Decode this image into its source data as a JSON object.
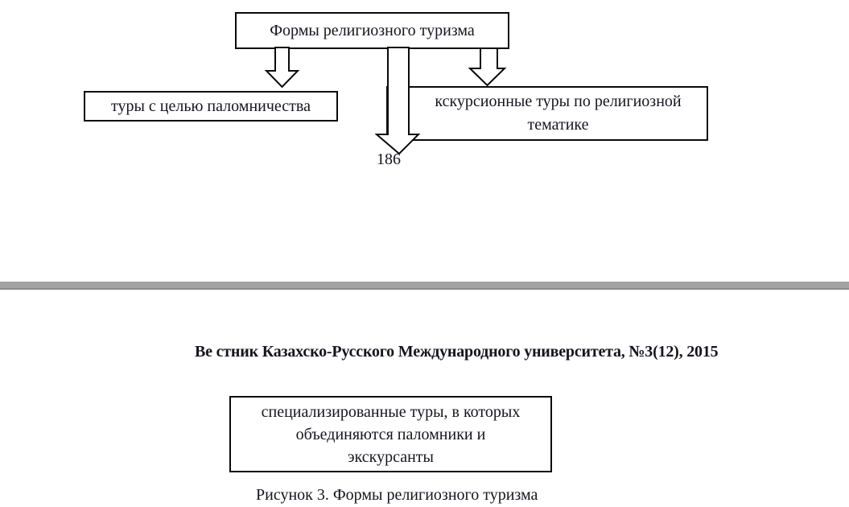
{
  "colors": {
    "background": "#ffffff",
    "text": "#15151f",
    "border": "#0a0a0a",
    "divider": "#a3a3a3",
    "divider_edge": "#8b8b8b"
  },
  "page1": {
    "diagram": {
      "title": "Формы религиозного туризма",
      "pilgrimage_box": "туры с целью паломничества",
      "excursion_box": {
        "line1": "кскурсионные туры по религиозной",
        "line2": "тематике"
      },
      "arrows": [
        "down-arrow-left",
        "long-down-arrow-middle",
        "down-arrow-right"
      ]
    },
    "page_number": "186"
  },
  "page2": {
    "journal_header": "Ве стник Казахско-Русского Международного университета, №3(12), 2015",
    "specialized_box": {
      "line1": "специализированные туры, в которых",
      "line2": "объединяются паломники и",
      "line3": "экскурсанты"
    },
    "figure_caption": "Рисунок 3. Формы религиозного туризма"
  }
}
